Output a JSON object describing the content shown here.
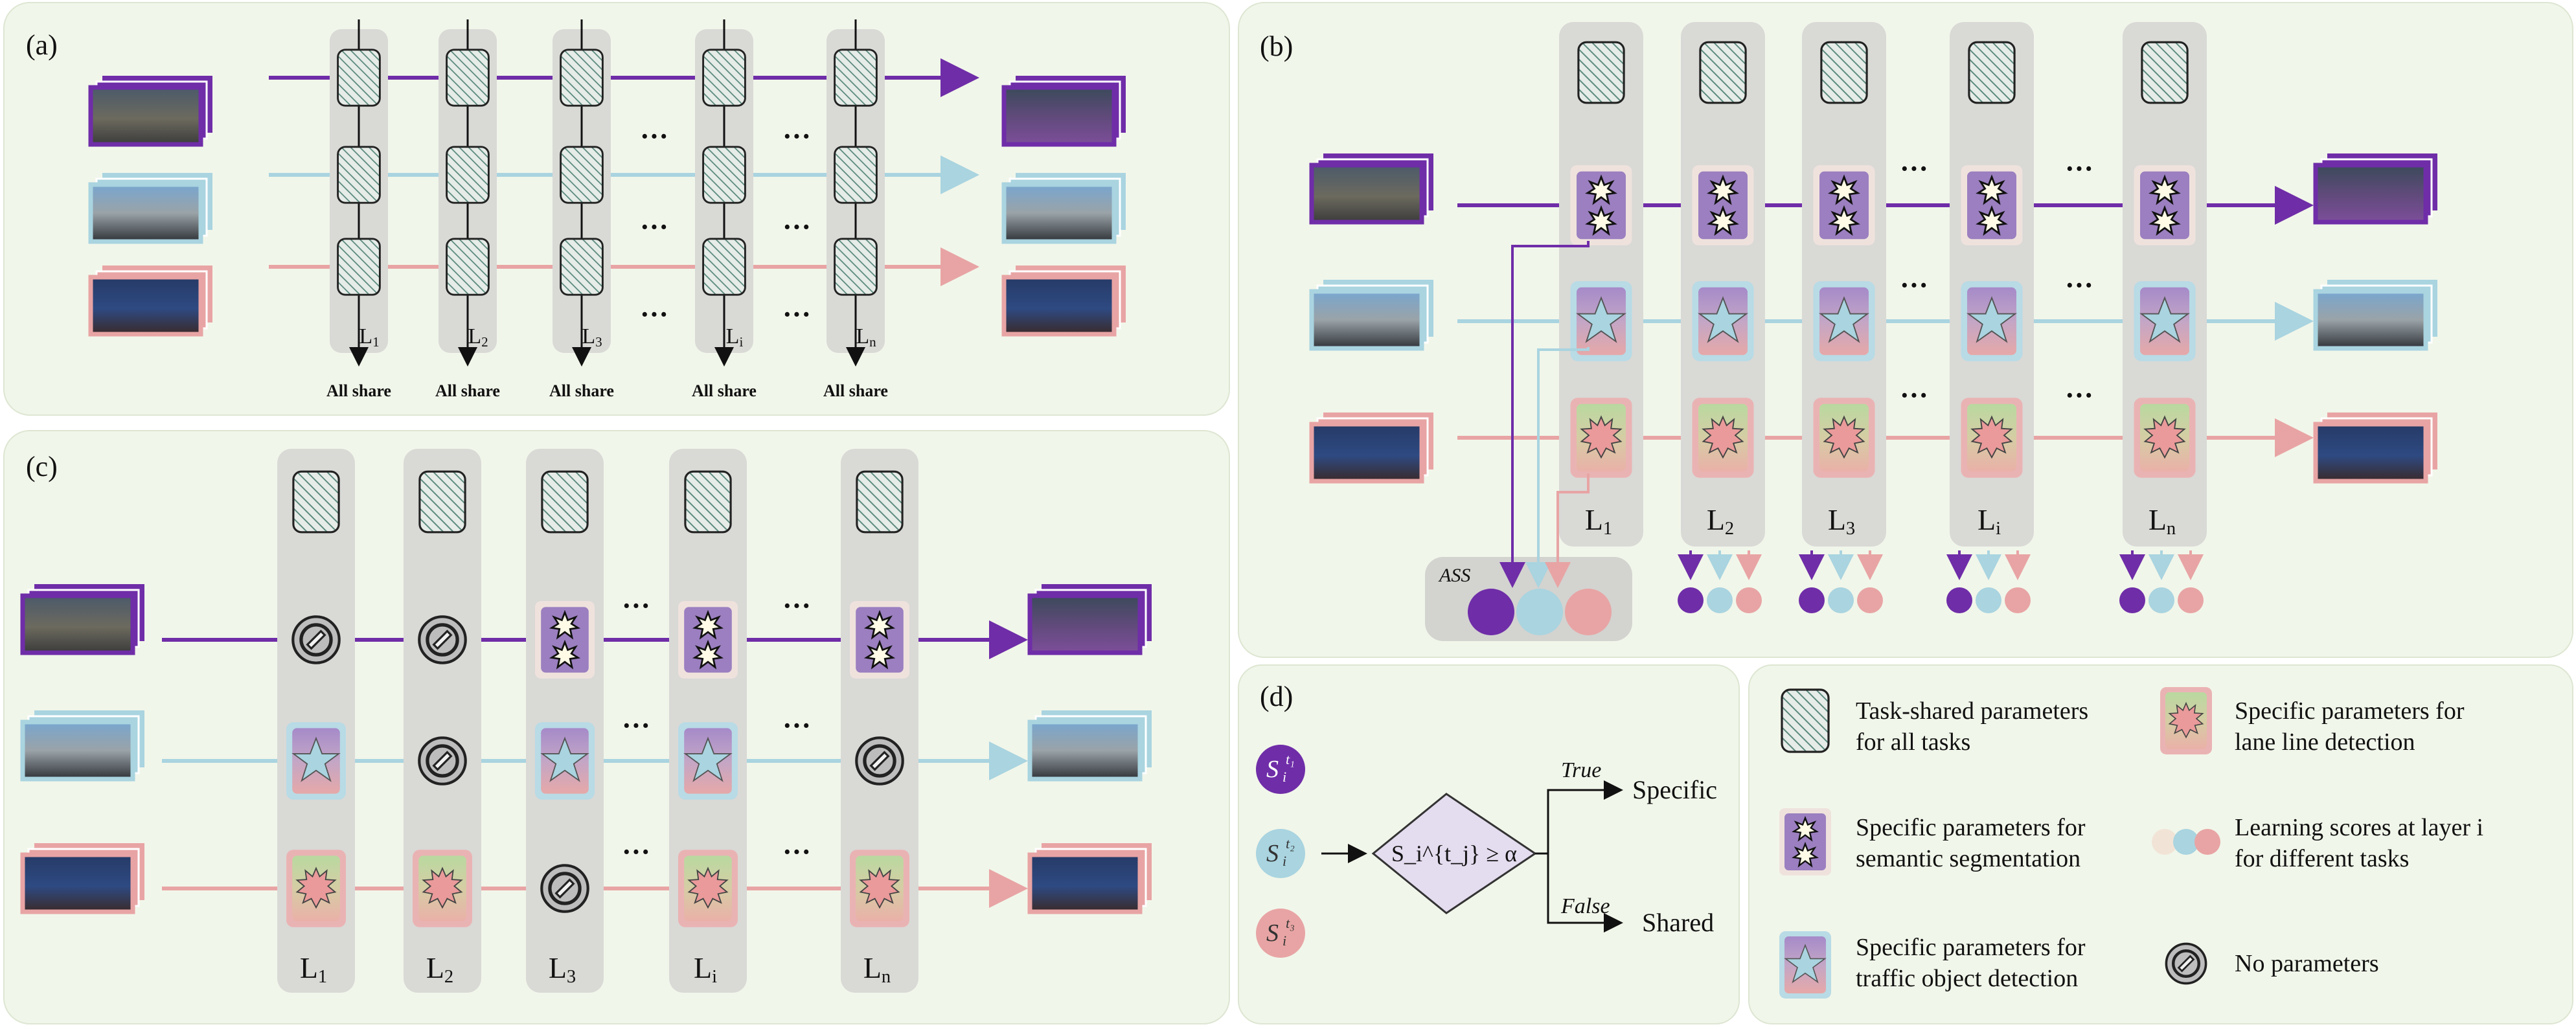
{
  "panels": {
    "a": {
      "label": "(a)",
      "layers": [
        "L1",
        "L2",
        "L3",
        "Li",
        "Ln"
      ],
      "share_label": "All share",
      "ellipsis": "···"
    },
    "b": {
      "label": "(b)",
      "layers": [
        "L1",
        "L2",
        "L3",
        "Li",
        "Ln"
      ],
      "ass_label": "ASS",
      "ellipsis": "···"
    },
    "c": {
      "label": "(c)",
      "layers": [
        "L1",
        "L2",
        "L3",
        "Li",
        "Ln"
      ],
      "ellipsis": "···"
    },
    "d": {
      "label": "(d)",
      "condition": "S_i^{t_j} ≥ α",
      "true_label": "True",
      "false_label": "False",
      "specific": "Specific",
      "shared": "Shared"
    }
  },
  "legend": {
    "task_shared": "Task-shared parameters for all tasks",
    "semseg": "Specific parameters for semantic segmentation",
    "traffic": "Specific parameters for traffic object detection",
    "lane": "Specific parameters for lane line detection",
    "scores": "Learning scores at layer i for different tasks",
    "none": "No parameters"
  },
  "colors": {
    "purple": "#6f2da8",
    "blue": "#a9d4e0",
    "pink": "#e8a4a4",
    "panel_bg": "#f1f6ea",
    "column": "#d9d9d6"
  },
  "icons": [
    "hatched-block-icon",
    "star-burst-icon",
    "star-icon",
    "spiky-star-icon",
    "no-parameters-icon",
    "score-dot-icon"
  ]
}
